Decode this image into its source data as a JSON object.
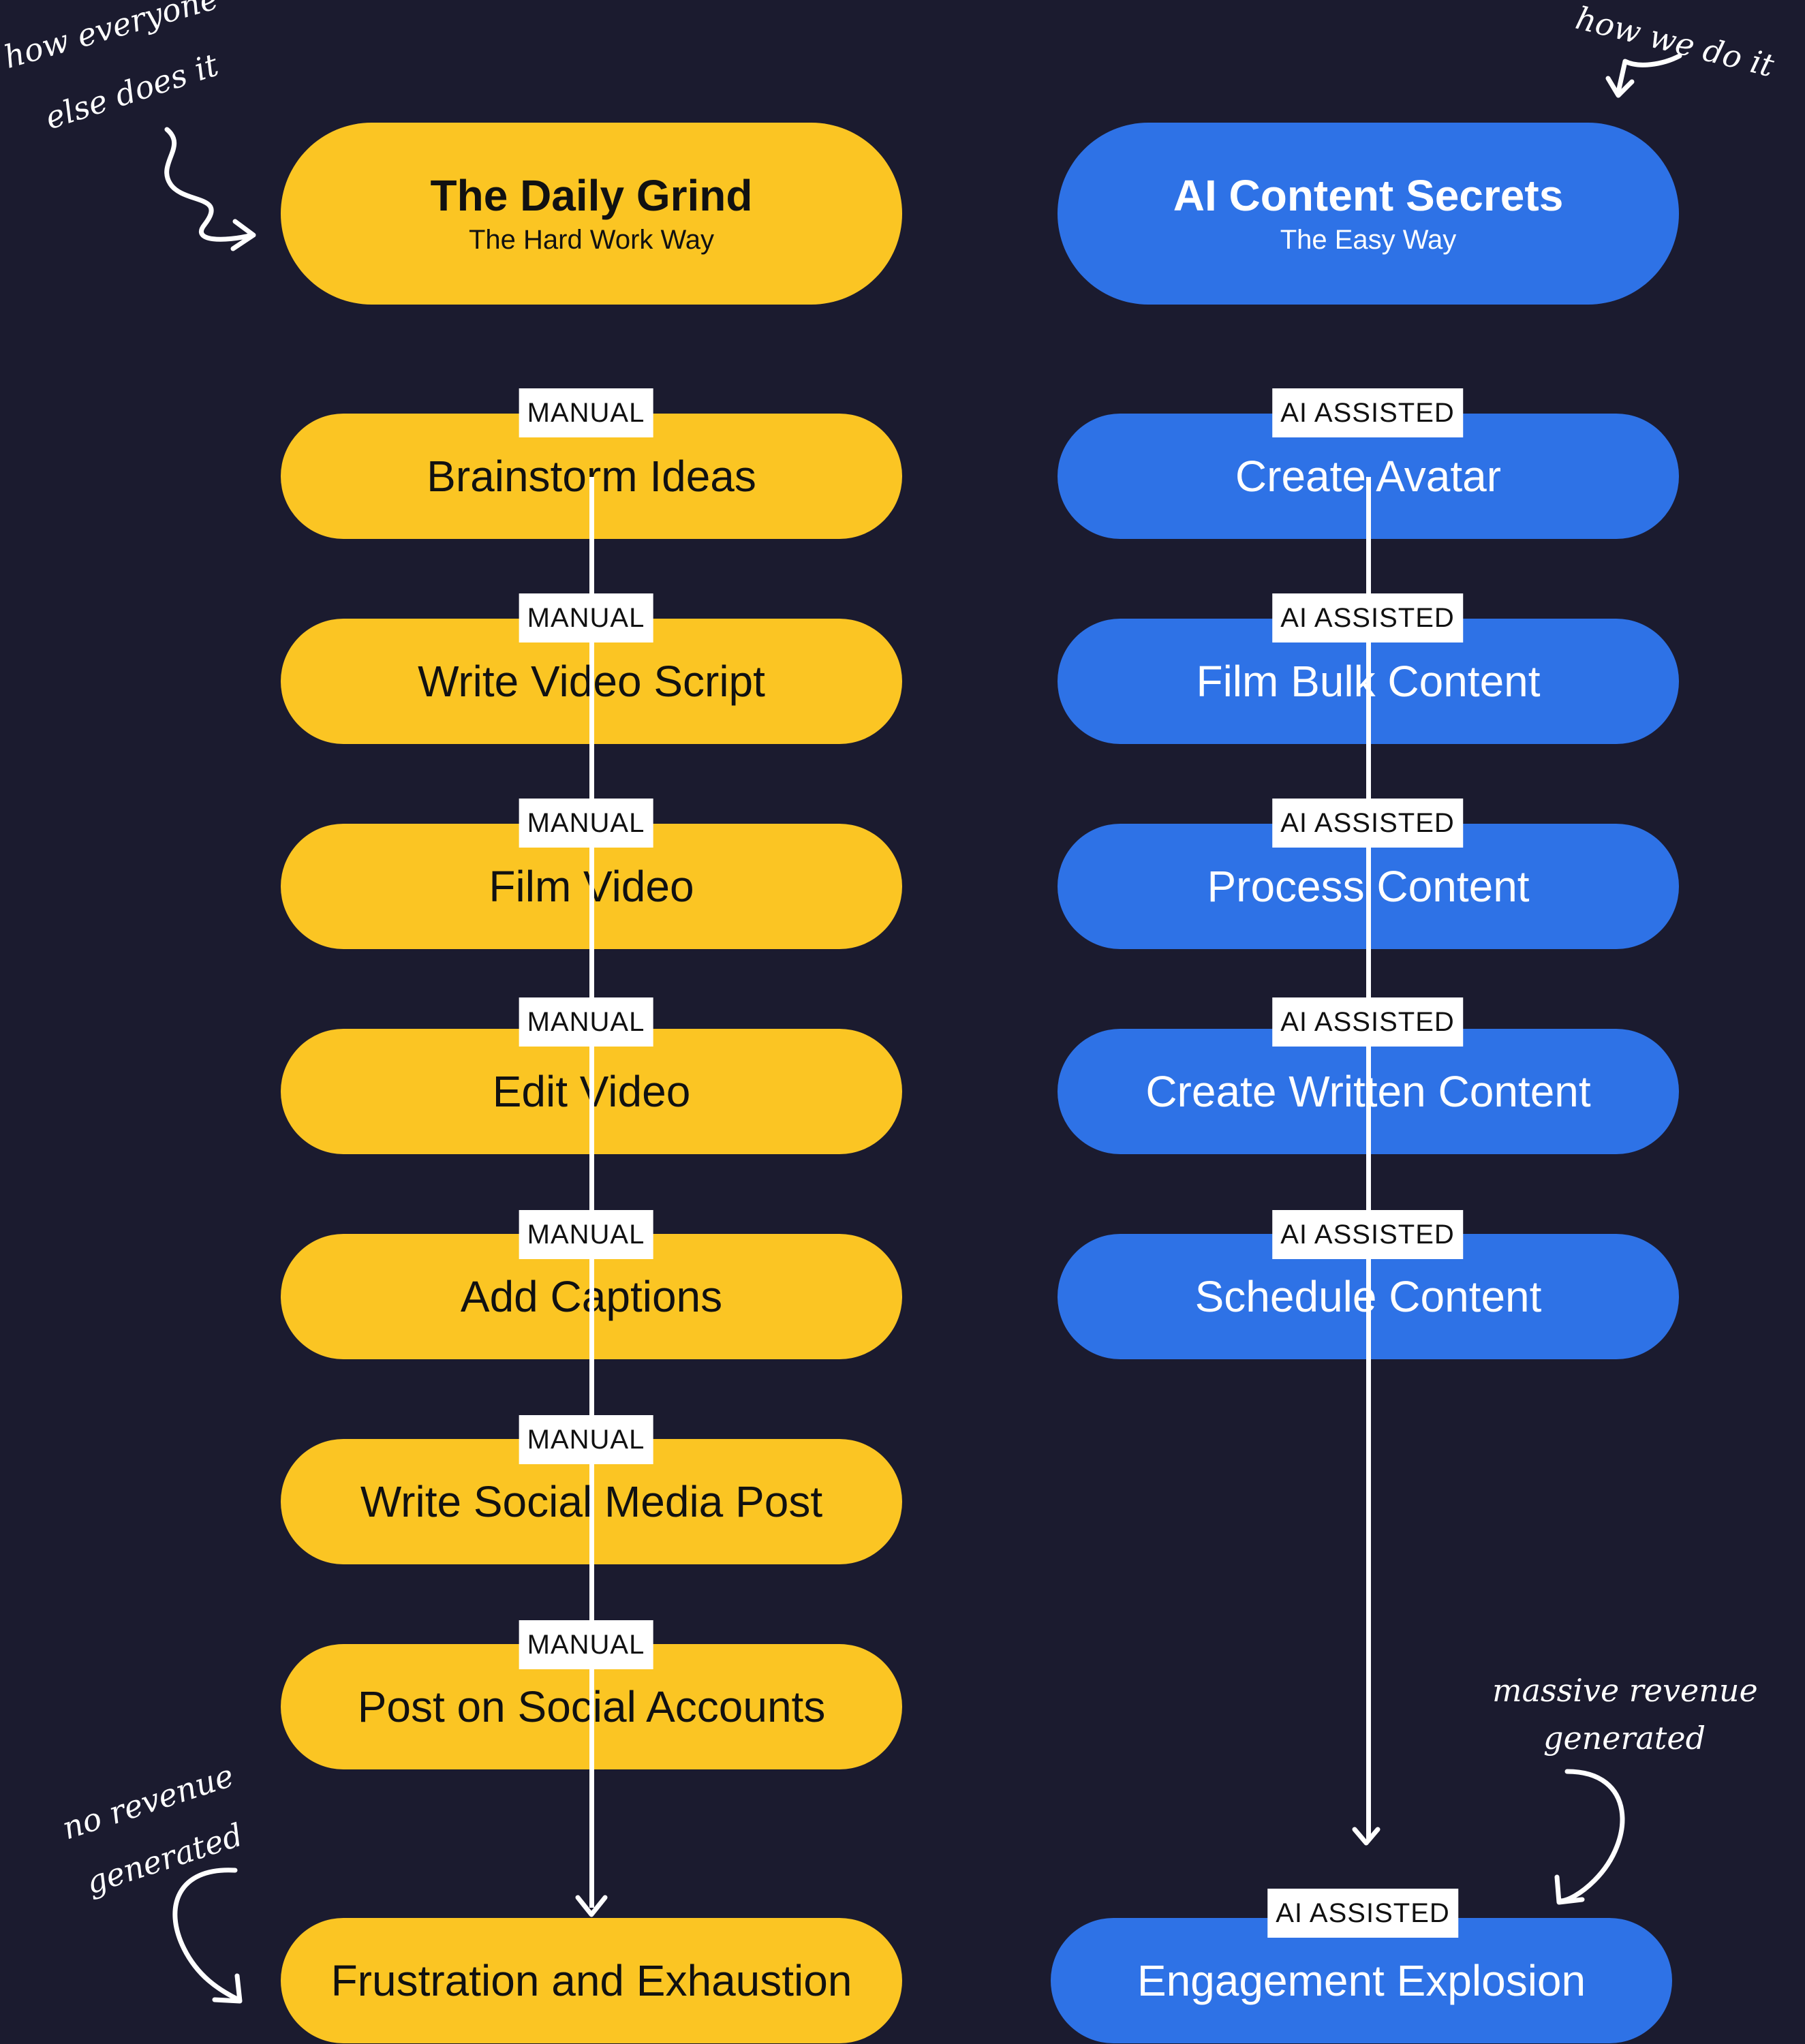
{
  "left_header": {
    "title": "The Daily Grind",
    "subtitle": "The Hard Work Way"
  },
  "right_header": {
    "title": "AI Content Secrets",
    "subtitle": "The Easy Way"
  },
  "left_badge": "MANUAL",
  "right_badge": "AI ASSISTED",
  "left_steps": [
    "Brainstorm Ideas",
    "Write Video Script",
    "Film Video",
    "Edit Video",
    "Add Captions",
    "Write Social Media Post",
    "Post on Social Accounts"
  ],
  "right_steps": [
    "Create Avatar",
    "Film Bulk Content",
    "Process Content",
    "Create Written Content",
    "Schedule Content"
  ],
  "left_outcome": "Frustration and Exhaustion",
  "right_outcome": "Engagement Explosion",
  "notes": {
    "top_left_line1": "how everyone",
    "top_left_line2": "else does it",
    "top_right": "how we do it",
    "bottom_left_line1": "no revenue",
    "bottom_left_line2": "generated",
    "bottom_right_line1": "massive revenue",
    "bottom_right_line2": "generated"
  },
  "colors": {
    "background": "#1b1b2f",
    "yellow": "#fbc523",
    "blue": "#2e72e6",
    "badge": "#ffffff"
  }
}
